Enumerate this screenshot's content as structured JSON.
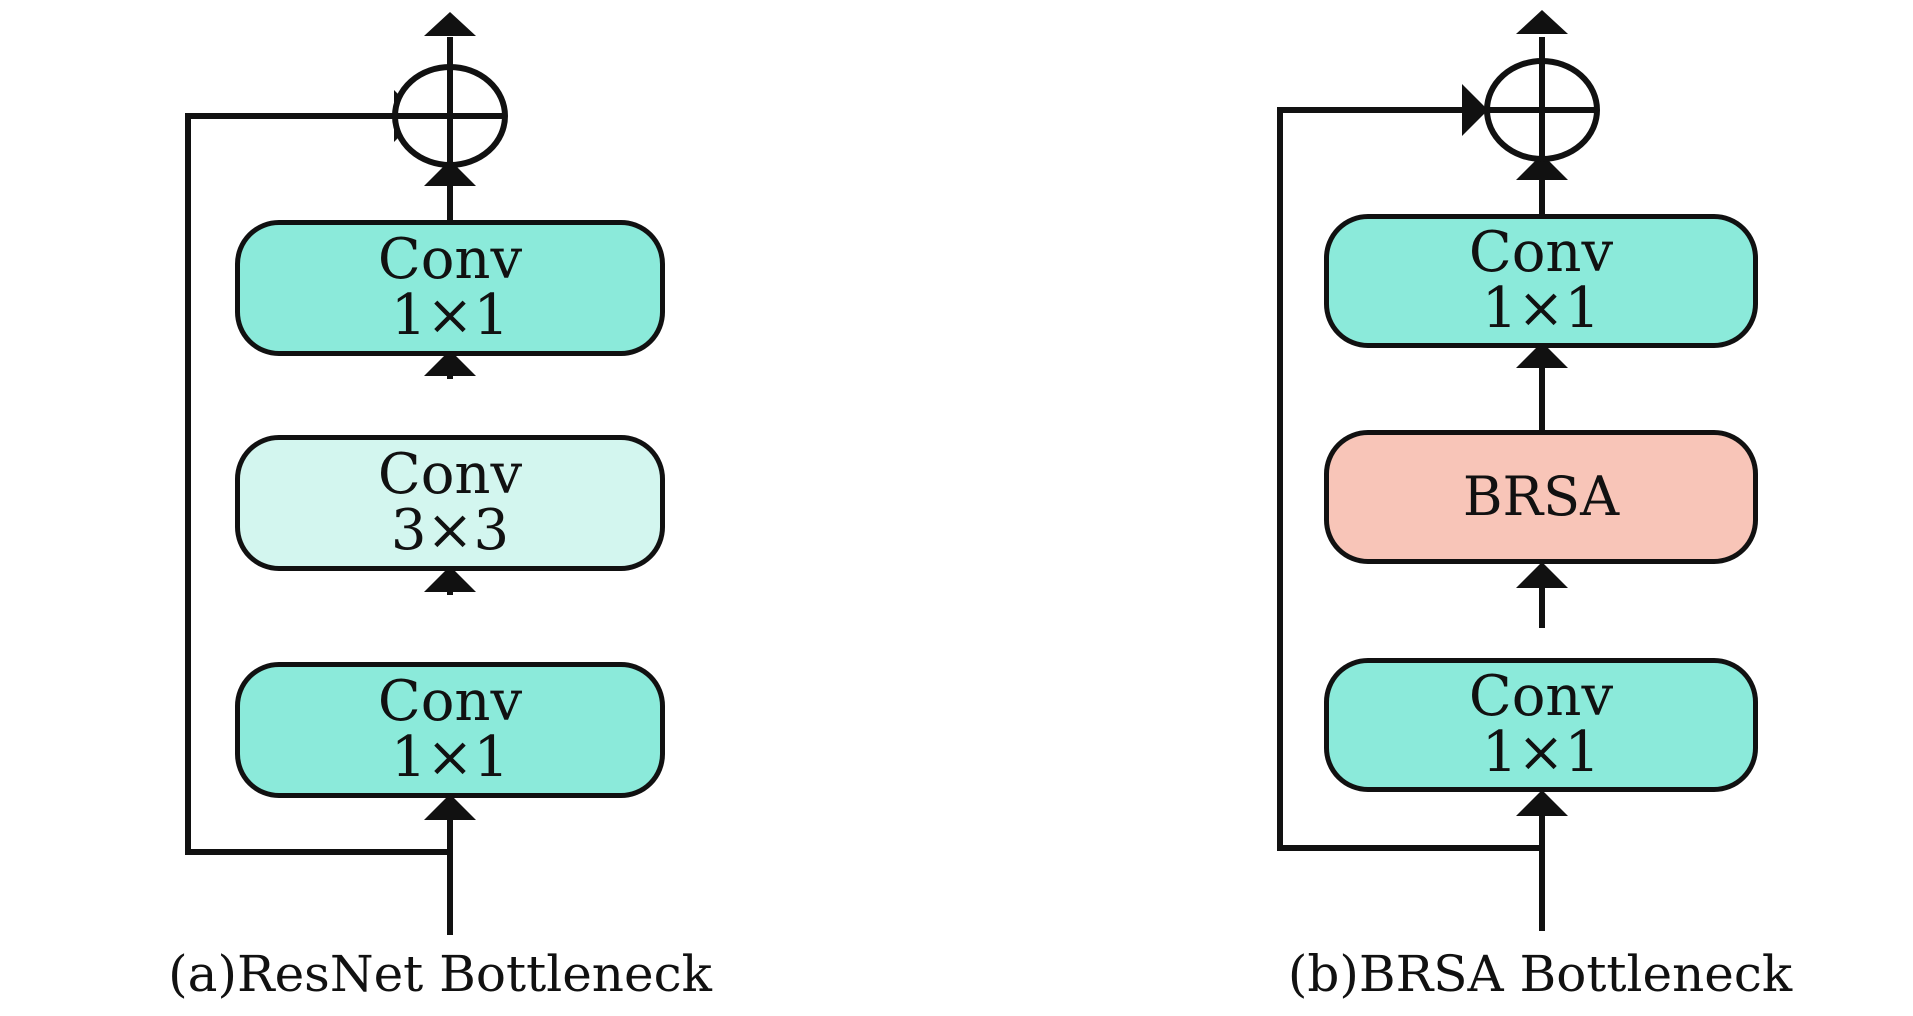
{
  "colors": {
    "stroke": "#111111",
    "conv_1x1_fill": "#8beada",
    "conv_3x3_fill": "#d3f6ef",
    "brsa_fill": "#f8c5b8"
  },
  "diagram_a": {
    "caption": "(a)ResNet Bottleneck",
    "blocks": [
      {
        "line1": "Conv",
        "line2": "1×1"
      },
      {
        "line1": "Conv",
        "line2": "3×3"
      },
      {
        "line1": "Conv",
        "line2": "1×1"
      }
    ],
    "add_node_icon": "circled-plus-icon"
  },
  "diagram_b": {
    "caption": "(b)BRSA Bottleneck",
    "blocks": [
      {
        "line1": "Conv",
        "line2": "1×1"
      },
      {
        "line1": "BRSA",
        "line2": ""
      },
      {
        "line1": "Conv",
        "line2": "1×1"
      }
    ],
    "add_node_icon": "circled-plus-icon"
  }
}
